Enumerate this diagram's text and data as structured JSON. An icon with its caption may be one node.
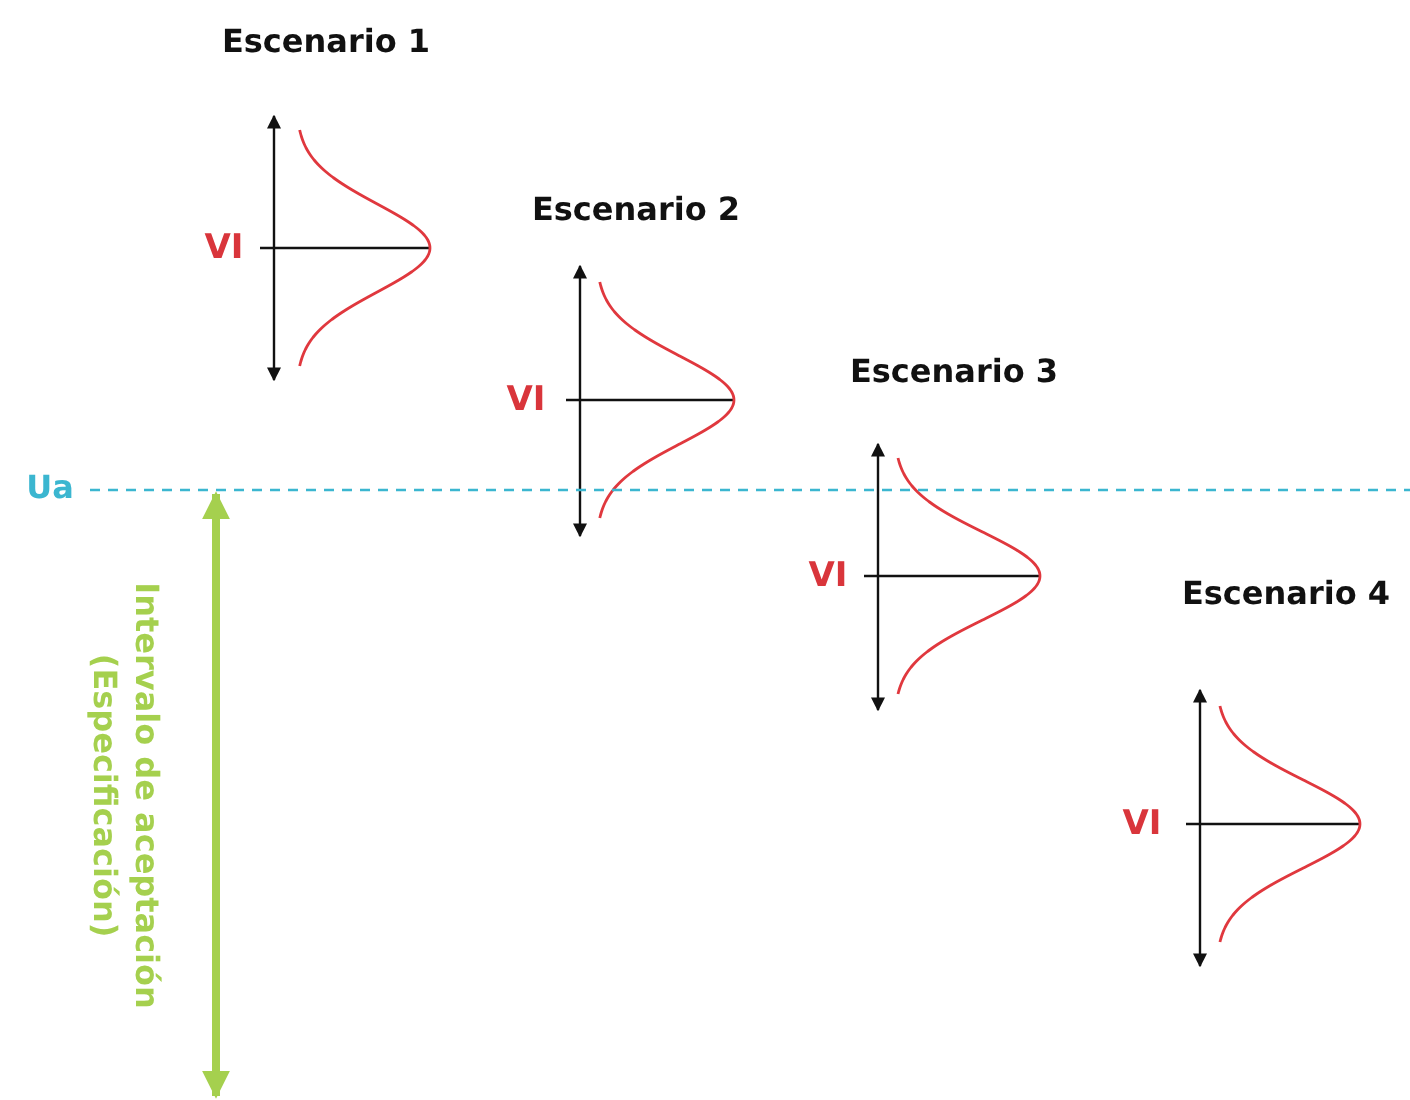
{
  "diagram": {
    "labels": [
      "Escenario 1",
      "VI",
      "Escenario 2",
      "VI",
      "Escenario 3",
      "VI",
      "Ua",
      "Intervalo de aceptación (Especificación)",
      "Escenario 4",
      "VI"
    ]
  }
}
